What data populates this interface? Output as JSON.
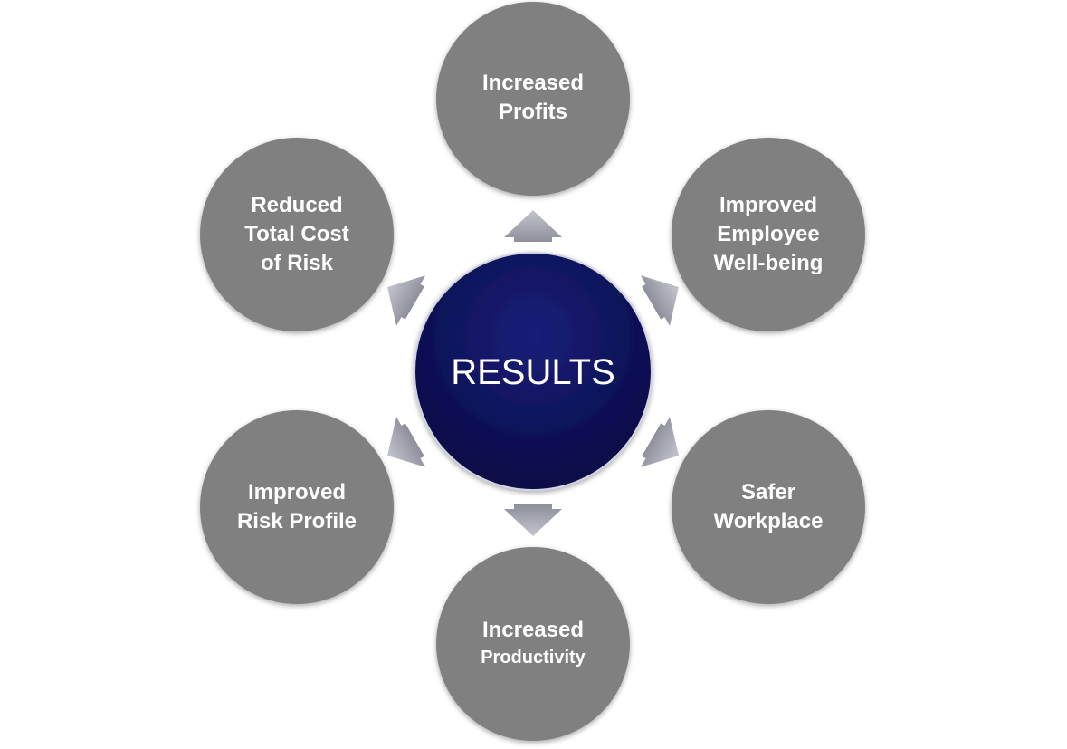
{
  "center": {
    "label": "RESULTS"
  },
  "nodes": {
    "top": {
      "line1": "Increased",
      "line2": "Profits"
    },
    "top_right": {
      "line1": "Improved",
      "line2": "Employee",
      "line3": "Well-being"
    },
    "bottom_right": {
      "line1": "Safer",
      "line2": "Workplace"
    },
    "bottom": {
      "line1": "Increased",
      "line2": "Productivity"
    },
    "bottom_left": {
      "line1": "Improved",
      "line2": "Risk Profile"
    },
    "top_left": {
      "line1": "Reduced",
      "line2": "Total Cost",
      "line3": "of Risk"
    }
  },
  "colors": {
    "node_fill": "#808080",
    "center_fill": "#0b0f5e",
    "arrow_fill": "#a2a3ad",
    "text": "#ffffff"
  }
}
